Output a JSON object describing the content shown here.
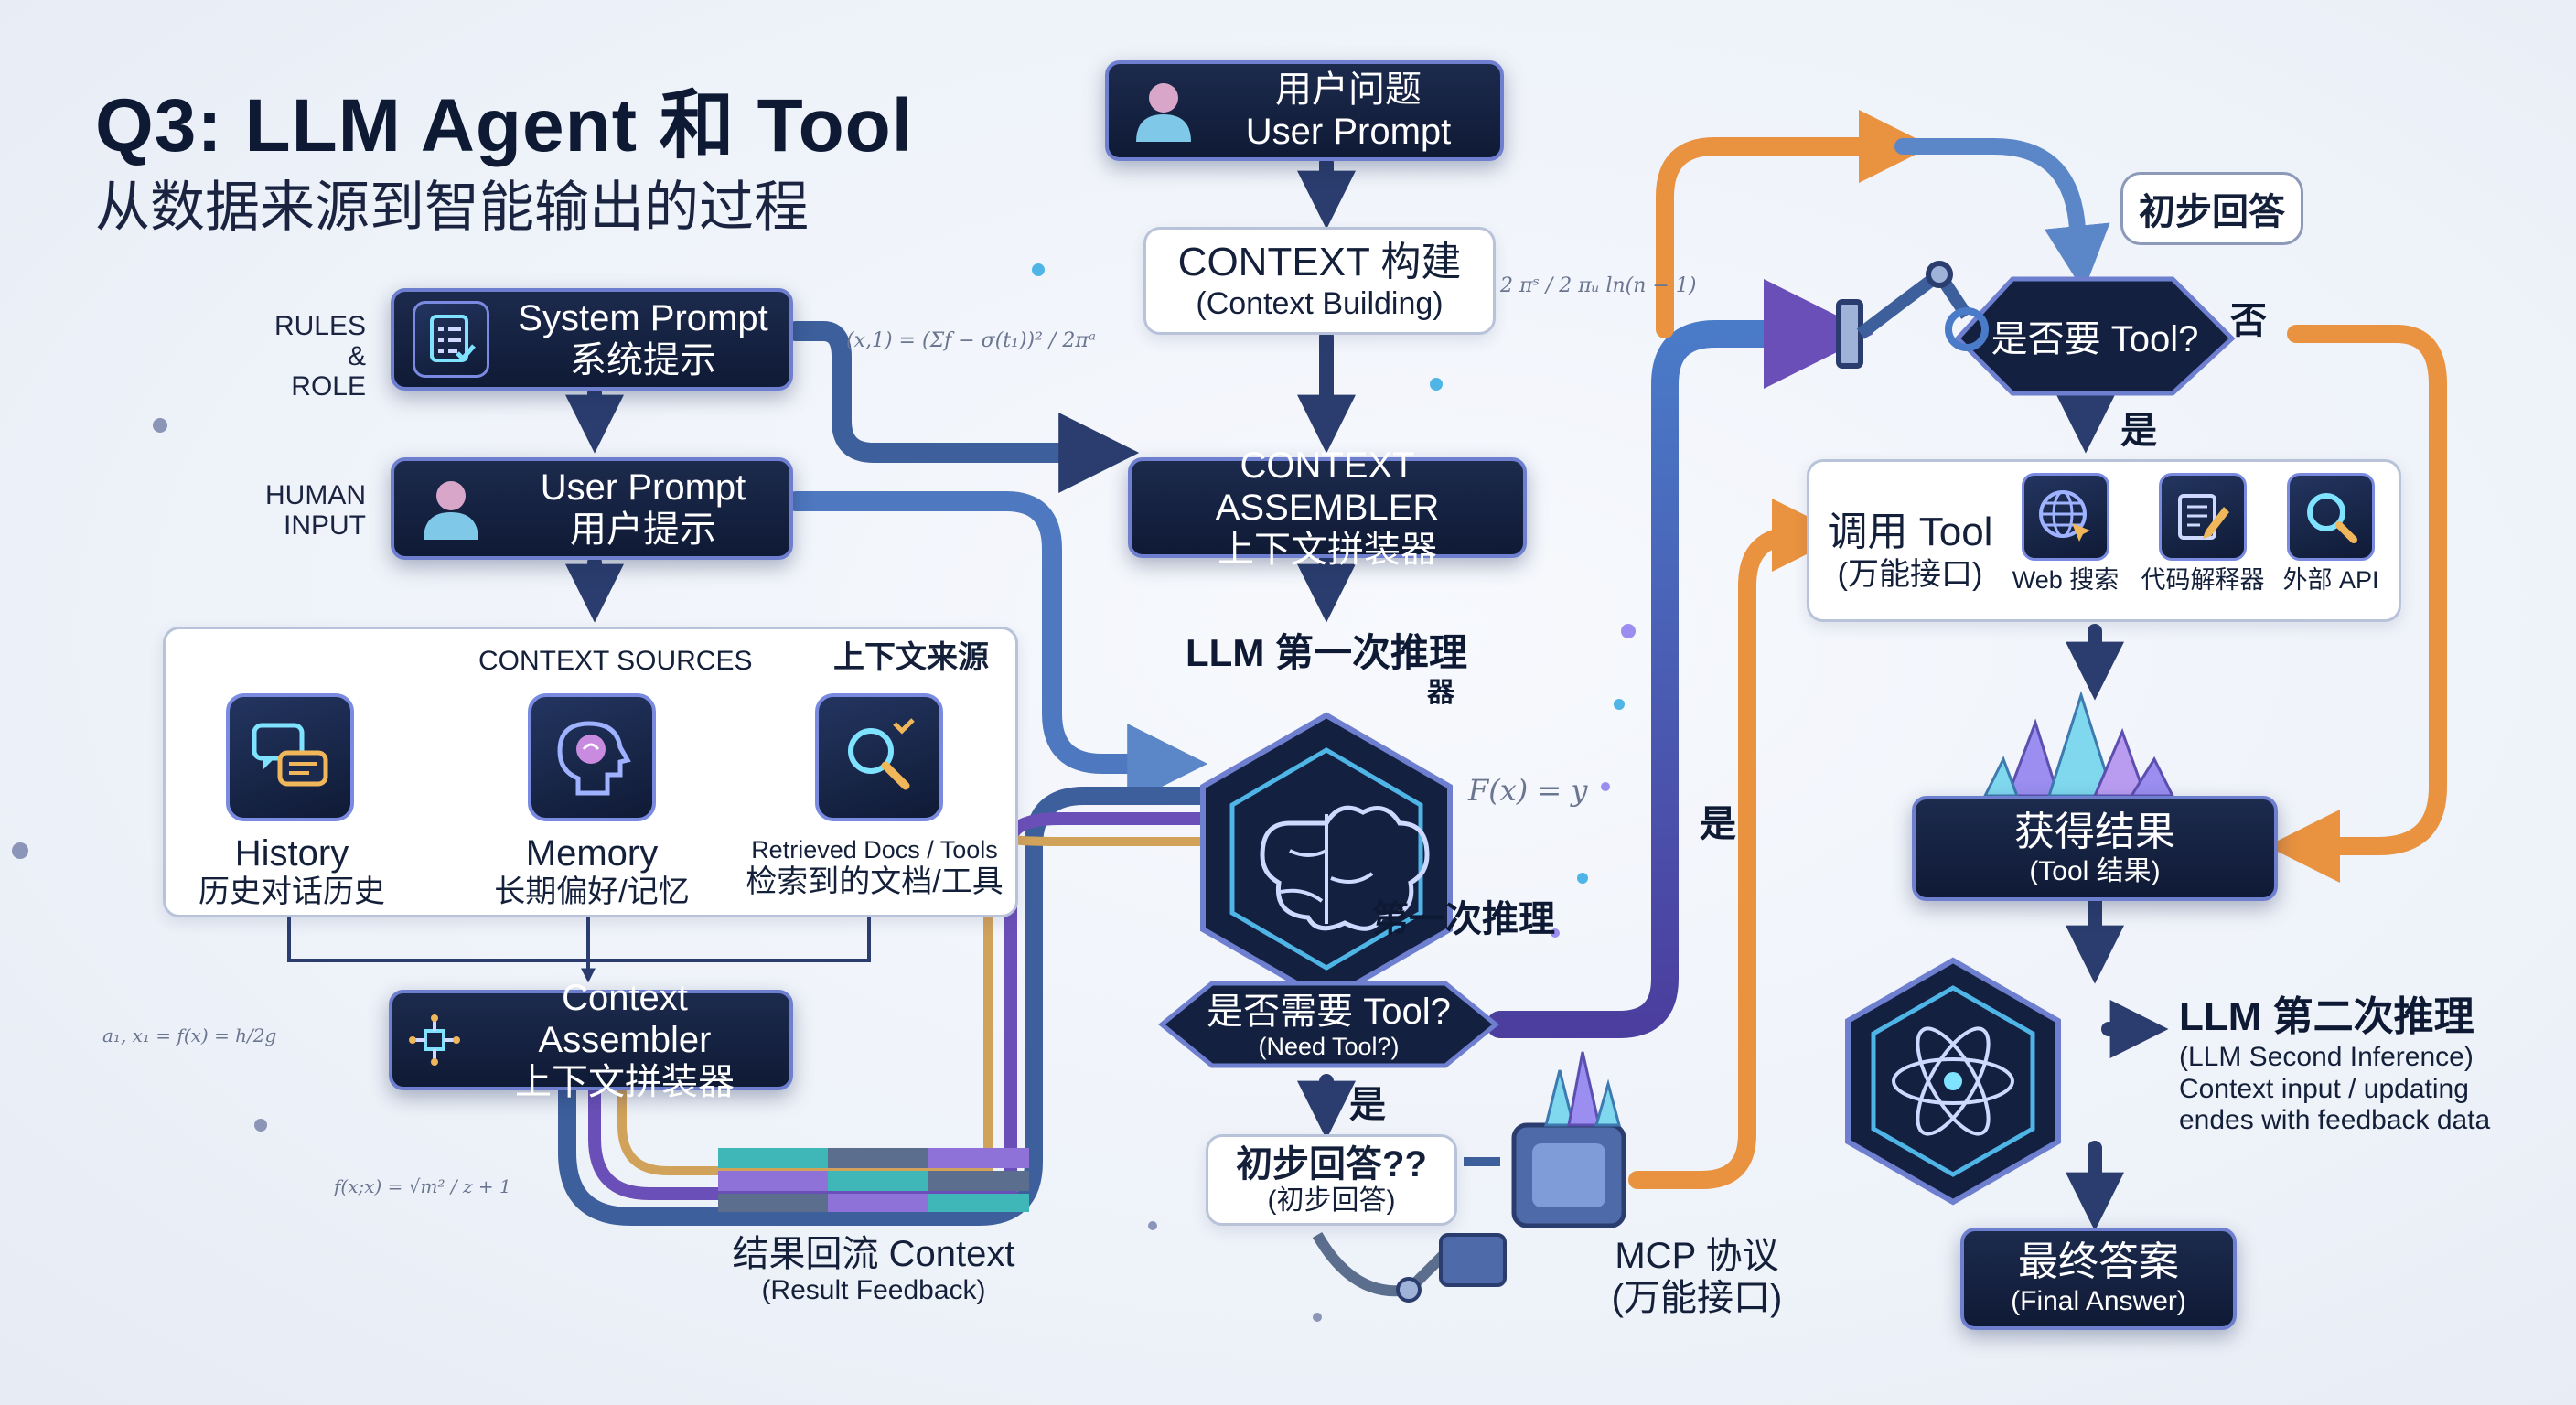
{
  "header": {
    "title": "Q3: LLM Agent  和 Tool",
    "subtitle": "从数据来源到智能输出的过程"
  },
  "left": {
    "rules_label": [
      "RULES",
      "& ROLE"
    ],
    "human_label": [
      "HUMAN",
      "INPUT"
    ],
    "system_prompt": {
      "en": "System Prompt",
      "zh": "系统提示"
    },
    "user_prompt": {
      "en": "User Prompt",
      "zh": "用户提示"
    },
    "context_sources": {
      "title_en": "CONTEXT SOURCES",
      "title_zh": "上下文来源",
      "history": {
        "en": "History",
        "zh": "历史对话历史"
      },
      "memory": {
        "en": "Memory",
        "zh": "长期偏好/记忆"
      },
      "retrieved": {
        "en": "Retrieved Docs / Tools",
        "zh": "检索到的文档/工具"
      }
    },
    "context_assembler": {
      "en": "Context Assembler",
      "zh": "上下文拼装器"
    },
    "feedback": {
      "zh": "结果回流 Context",
      "en": "(Result Feedback)"
    }
  },
  "center": {
    "user_question": {
      "zh": "用户问题",
      "en": "User Prompt"
    },
    "context_build": {
      "en": "CONTEXT 构建",
      "sub": "(Context Building)"
    },
    "assembler": {
      "en": "CONTEXT ASSEMBLER",
      "zh": "上下文拼装器"
    },
    "llm_first": {
      "line1": "LLM 第一次推理",
      "line2": "器"
    },
    "first_reasoning": "第一次推理",
    "need_tool": {
      "zh": "是否需要 Tool?",
      "en": "(Need Tool?)"
    },
    "yes": "是",
    "prelim": {
      "zh": "初步回答??",
      "sub": "(初步回答)"
    },
    "mcp": {
      "zh": "MCP 协议",
      "sub": "(万能接口)"
    },
    "yes_right": "是"
  },
  "right": {
    "prelim_bubble": "初步回答",
    "need_tool2": "是否要 Tool?",
    "no": "否",
    "yes": "是",
    "call_tool": {
      "zh": "调用 Tool",
      "sub": "(万能接口)"
    },
    "tools": [
      "Web 搜索",
      "代码解释器",
      "外部 API"
    ],
    "results": {
      "zh": "获得结果",
      "sub": "(Tool 结果)"
    },
    "llm_second": {
      "title": "LLM 第二次推理",
      "en": "(LLM Second Inference)",
      "line2": "Context input / updating",
      "line3": "endes with feedback data"
    },
    "final": {
      "zh": "最终答案",
      "en": "(Final Answer)"
    }
  },
  "math": {
    "m1": "(x,1) = (Σf − σ(t₁))² / 2πᵃ",
    "m2": "2 πˢ / 2 πᵤ  ln(n − 1)",
    "m3": "F(x) = y",
    "m4": "a₁, x₁ = f(x) = h/2g",
    "m5": "f(x;x) = √m² / z + 1"
  },
  "colors": {
    "dark_box": "#14213f",
    "border": "#6e7fd0",
    "pipe_blue": "#3d5f9c",
    "pipe_purple": "#6b4fb8",
    "pipe_orange": "#e9923f",
    "pipe_teal": "#3fb6b8",
    "cyan": "#7fe3ff"
  }
}
